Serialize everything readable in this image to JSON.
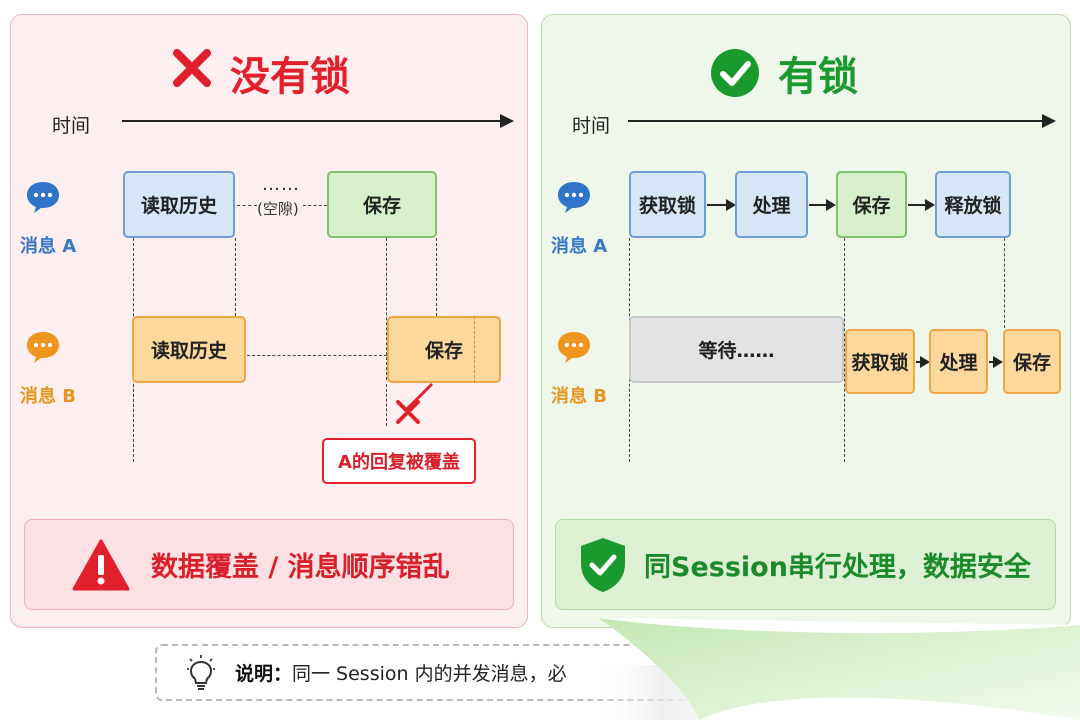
{
  "left": {
    "title": "没有锁",
    "time_label": "时间",
    "msg_a_label": "消息 A",
    "msg_b_label": "消息 B",
    "a_read": "读取历史",
    "a_dots": "……",
    "a_gap": "(空隙)",
    "a_save": "保存",
    "b_read": "读取历史",
    "b_save": "保存",
    "overwrite_label": "A的回复被覆盖",
    "result_text": "数据覆盖 / 消息顺序错乱"
  },
  "right": {
    "title": "有锁",
    "time_label": "时间",
    "msg_a_label": "消息 A",
    "msg_b_label": "消息 B",
    "a_steps": [
      "获取锁",
      "处理",
      "保存",
      "释放锁"
    ],
    "b_wait": "等待……",
    "b_steps": [
      "获取锁",
      "处理",
      "保存"
    ],
    "result_text": "同Session串行处理，数据安全"
  },
  "note": {
    "title": "说明：",
    "text": "同一 Session 内的并发消息，必"
  },
  "colors": {
    "red": "#e0202a",
    "green": "#1a9a2e",
    "blue_box": "#d7e6f7",
    "green_box": "#d8efcc",
    "orange_box": "#fdd89d"
  },
  "icons": [
    "x-mark-icon",
    "check-circle-icon",
    "chat-bubble-icon",
    "warning-triangle-icon",
    "shield-check-icon",
    "lightbulb-icon"
  ]
}
